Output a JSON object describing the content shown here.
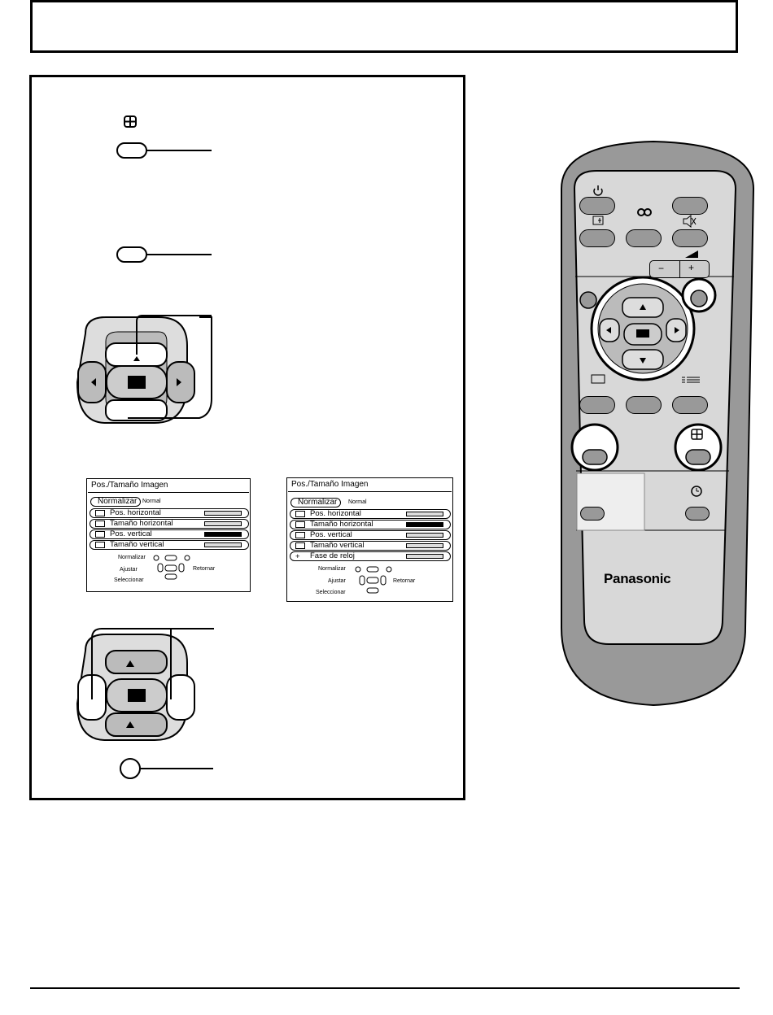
{
  "osd_left": {
    "title": "Pos./Tamaño Imagen",
    "normalize_button": "Normalizar",
    "normalize_value": "Normal",
    "rows": [
      {
        "label": "Pos.  horizontal",
        "selected": false
      },
      {
        "label": "Tamaño  horizontal",
        "selected": false
      },
      {
        "label": "Pos.  vertical",
        "selected": true
      },
      {
        "label": "Tamaño  vertical",
        "selected": false
      }
    ],
    "hint_normalize": "Normalizar",
    "hint_adjust": "Ajustar",
    "hint_select": "Seleccionar",
    "hint_return": "Retornar"
  },
  "osd_right": {
    "title": "Pos./Tamaño  Imagen",
    "normalize_button": "Normalizar",
    "normalize_value": "Normal",
    "rows": [
      {
        "label": "Pos.  horizontal",
        "selected": false
      },
      {
        "label": "Tamaño  horizontal",
        "selected": true
      },
      {
        "label": "Pos.  vertical",
        "selected": false
      },
      {
        "label": "Tamaño  vertical",
        "selected": false
      },
      {
        "label": "Fase  de  reloj",
        "selected": false
      }
    ],
    "hint_normalize": "Normalizar",
    "hint_adjust": "Ajustar",
    "hint_select": "Seleccionar",
    "hint_return": "Retornar"
  },
  "remote": {
    "brand": "Panasonic",
    "minus_label": "−",
    "plus_label": "+",
    "icons": [
      "power-icon",
      "input-icon",
      "surround-icon",
      "mute-icon",
      "volume-icon",
      "aspect-icon",
      "picture-pos-icon",
      "off-timer-icon"
    ]
  },
  "left_panel_icon": "picture-pos-icon"
}
